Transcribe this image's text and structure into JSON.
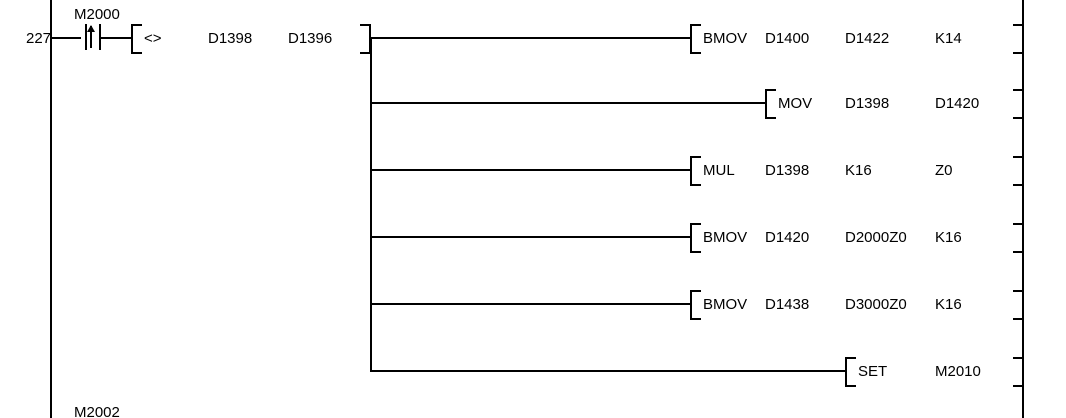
{
  "diagram": {
    "type": "ladder-logic",
    "step_number": "227",
    "rung": {
      "device_label": "M2000",
      "contact_type": "rising-edge-pulse-contact",
      "compare": {
        "operator": "<>",
        "operand1": "D1398",
        "operand2": "D1396"
      }
    },
    "branches": [
      {
        "instruction": "BMOV",
        "operands": [
          "D1400",
          "D1422",
          "K14"
        ]
      },
      {
        "instruction": "MOV",
        "operands": [
          "D1398",
          "D1420"
        ]
      },
      {
        "instruction": "MUL",
        "operands": [
          "D1398",
          "K16",
          "Z0"
        ]
      },
      {
        "instruction": "BMOV",
        "operands": [
          "D1420",
          "D2000Z0",
          "K16"
        ]
      },
      {
        "instruction": "BMOV",
        "operands": [
          "D1438",
          "D3000Z0",
          "K16"
        ]
      },
      {
        "instruction": "SET",
        "operands": [
          "M2010"
        ]
      }
    ],
    "next_rung_label": "M2002"
  },
  "colors": {
    "line": "#000000",
    "text": "#000000",
    "background": "#ffffff"
  }
}
